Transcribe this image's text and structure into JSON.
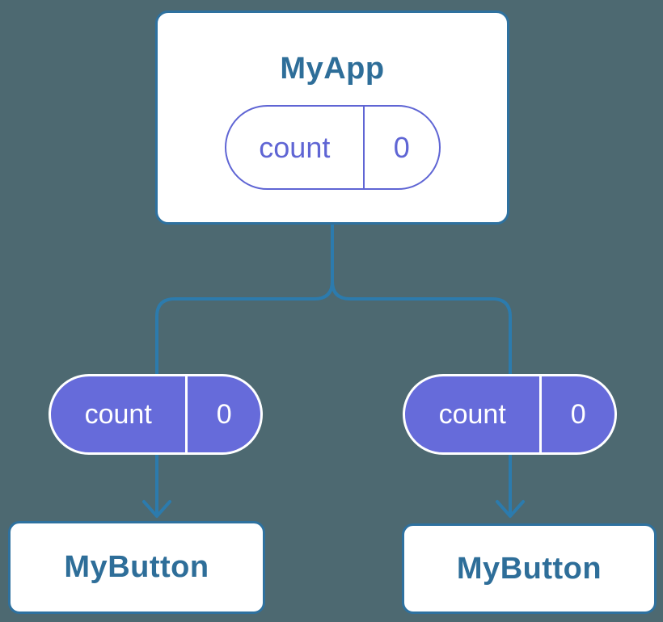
{
  "diagram": {
    "description": "React component tree showing state passed down as props",
    "colors": {
      "background": "#4d6971",
      "connector_blue": "#2c7bad",
      "card_border_blue": "#2e719f",
      "title_text_blue": "#2e6e99",
      "pill_purple": "#666bda",
      "pill_outline_purple": "#5f65d4",
      "card_fill": "#ffffff"
    },
    "root": {
      "title": "MyApp",
      "state": {
        "name": "count",
        "value": "0"
      }
    },
    "children": [
      {
        "title": "MyButton",
        "prop": {
          "name": "count",
          "value": "0"
        }
      },
      {
        "title": "MyButton",
        "prop": {
          "name": "count",
          "value": "0"
        }
      }
    ]
  }
}
